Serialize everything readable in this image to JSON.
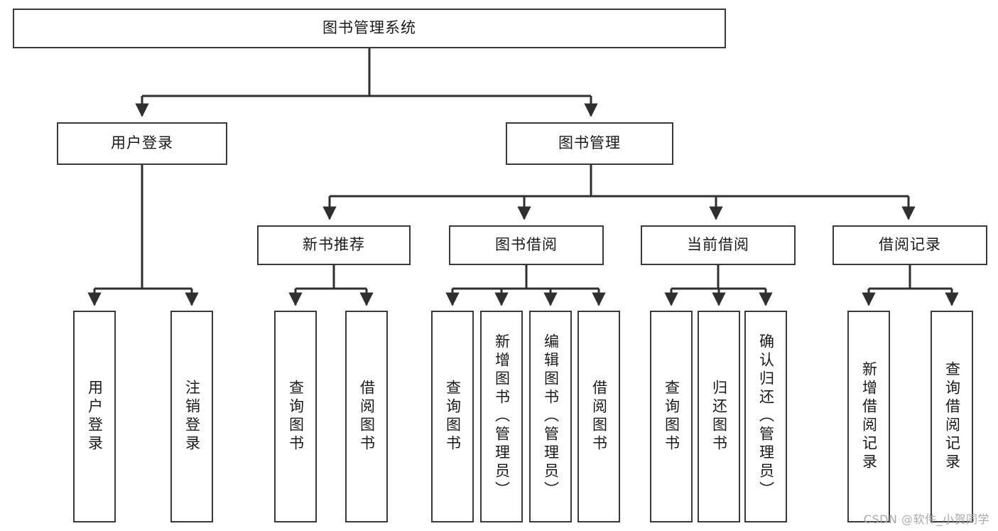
{
  "diagram": {
    "title": "图书管理系统",
    "type": "tree-hierarchy",
    "orientation": "top-down",
    "colors": {
      "node_border": "#3a3a3a",
      "node_fill": "#ffffff",
      "edge": "#2f2f2f",
      "text": "#1a1a1a",
      "watermark": "#a9a9a9",
      "background": "#ffffff"
    }
  },
  "watermark": {
    "text": "CSDN @软件_小贺同学"
  },
  "nodes": {
    "root": {
      "label": "图书管理系统"
    },
    "level2": [
      {
        "id": "user-login",
        "label": "用户登录"
      },
      {
        "id": "book-manage",
        "label": "图书管理"
      }
    ],
    "level3": [
      {
        "id": "new-book-rec",
        "label": "新书推荐"
      },
      {
        "id": "book-borrow",
        "label": "图书借阅"
      },
      {
        "id": "current-borrow",
        "label": "当前借阅"
      },
      {
        "id": "borrow-record",
        "label": "借阅记录"
      }
    ],
    "leaves": {
      "user_login": [
        {
          "id": "leaf-user-login",
          "label": "用户登录"
        },
        {
          "id": "leaf-logout-login",
          "label": "注销登录"
        }
      ],
      "new_book_rec": [
        {
          "id": "leaf-query-book-1",
          "label": "查询图书"
        },
        {
          "id": "leaf-borrow-book-1",
          "label": "借阅图书"
        }
      ],
      "book_borrow": [
        {
          "id": "leaf-query-book-2",
          "label": "查询图书"
        },
        {
          "id": "leaf-add-book",
          "label": "新增图书（管理员）"
        },
        {
          "id": "leaf-edit-book",
          "label": "编辑图书（管理员）"
        },
        {
          "id": "leaf-borrow-book-2",
          "label": "借阅图书"
        }
      ],
      "current_borrow": [
        {
          "id": "leaf-query-book-3",
          "label": "查询图书"
        },
        {
          "id": "leaf-return-book",
          "label": "归还图书"
        },
        {
          "id": "leaf-confirm-return",
          "label": "确认归还（管理员）"
        }
      ],
      "borrow_record": [
        {
          "id": "leaf-add-record",
          "label": "新增借阅记录"
        },
        {
          "id": "leaf-query-record",
          "label": "查询借阅记录"
        }
      ]
    }
  }
}
